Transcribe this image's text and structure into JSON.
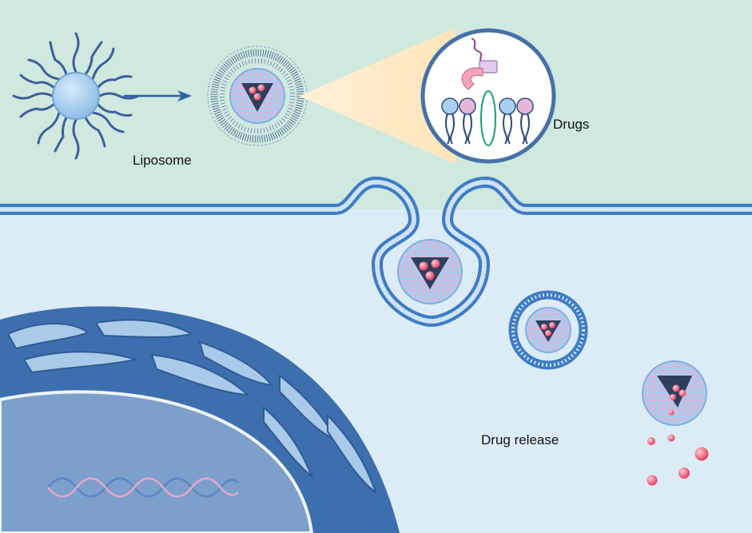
{
  "labels": {
    "liposome": "Liposome",
    "drugs": "Drugs",
    "drug_release": "Drug release"
  },
  "colors": {
    "extracellular_bg": "#cfe9df",
    "cytoplasm_bg": "#dcecf6",
    "membrane": "#3f7cc6",
    "drug_particle": "#ef4f6a",
    "nucleus": "#7d9fcb",
    "er_dark": "#3d6fae",
    "er_light": "#a9cbe9",
    "dna_blue": "#5a86c8",
    "dna_pink": "#e3a9c8",
    "phospholipid_head_blue": "#9ec9ee",
    "phospholipid_head_pink": "#e7b7d5",
    "drug_pink": "#f0a9c2",
    "drug_lilac": "#dcc7ef"
  },
  "icons": [
    "micelle-icon",
    "arrow-right-icon",
    "peg-liposome-icon",
    "magnifier-bilayer-icon",
    "vesicle-icon",
    "nucleus-icon",
    "endoplasmic-reticulum-icon",
    "dna-helix-icon",
    "drug-particle-icon"
  ]
}
